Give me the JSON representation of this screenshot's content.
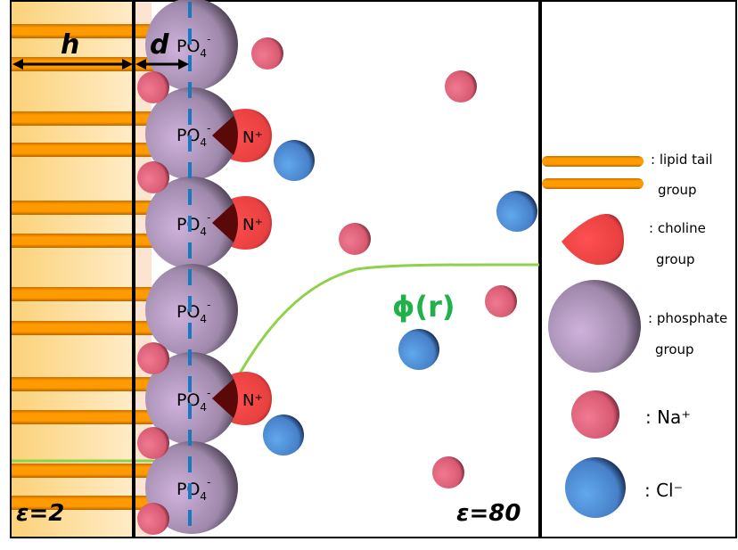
{
  "labels": {
    "h": "h",
    "d": "d",
    "phi": "ϕ(r)",
    "eps_in": "ε=2",
    "eps_out": "ε=80",
    "po4": "PO",
    "po4_sub": "4",
    "po4_sup": "-",
    "n_plus": "N⁺"
  },
  "legend": {
    "lipid": [
      ": lipid tail",
      "group"
    ],
    "choline": [
      ": choline",
      "group"
    ],
    "phosphate": [
      ": phosphate",
      "group"
    ],
    "na": ": Na⁺",
    "cl": ": Cl⁻"
  },
  "colors": {
    "lipid": "#ff9900",
    "choline": "#f04040",
    "phosphate": "#b8a0c8",
    "na": "#e8607a",
    "cl": "#4a8fd8",
    "potential": "#8ed14a",
    "phi_text": "#22b04a",
    "dashed": "#1a78c0"
  }
}
